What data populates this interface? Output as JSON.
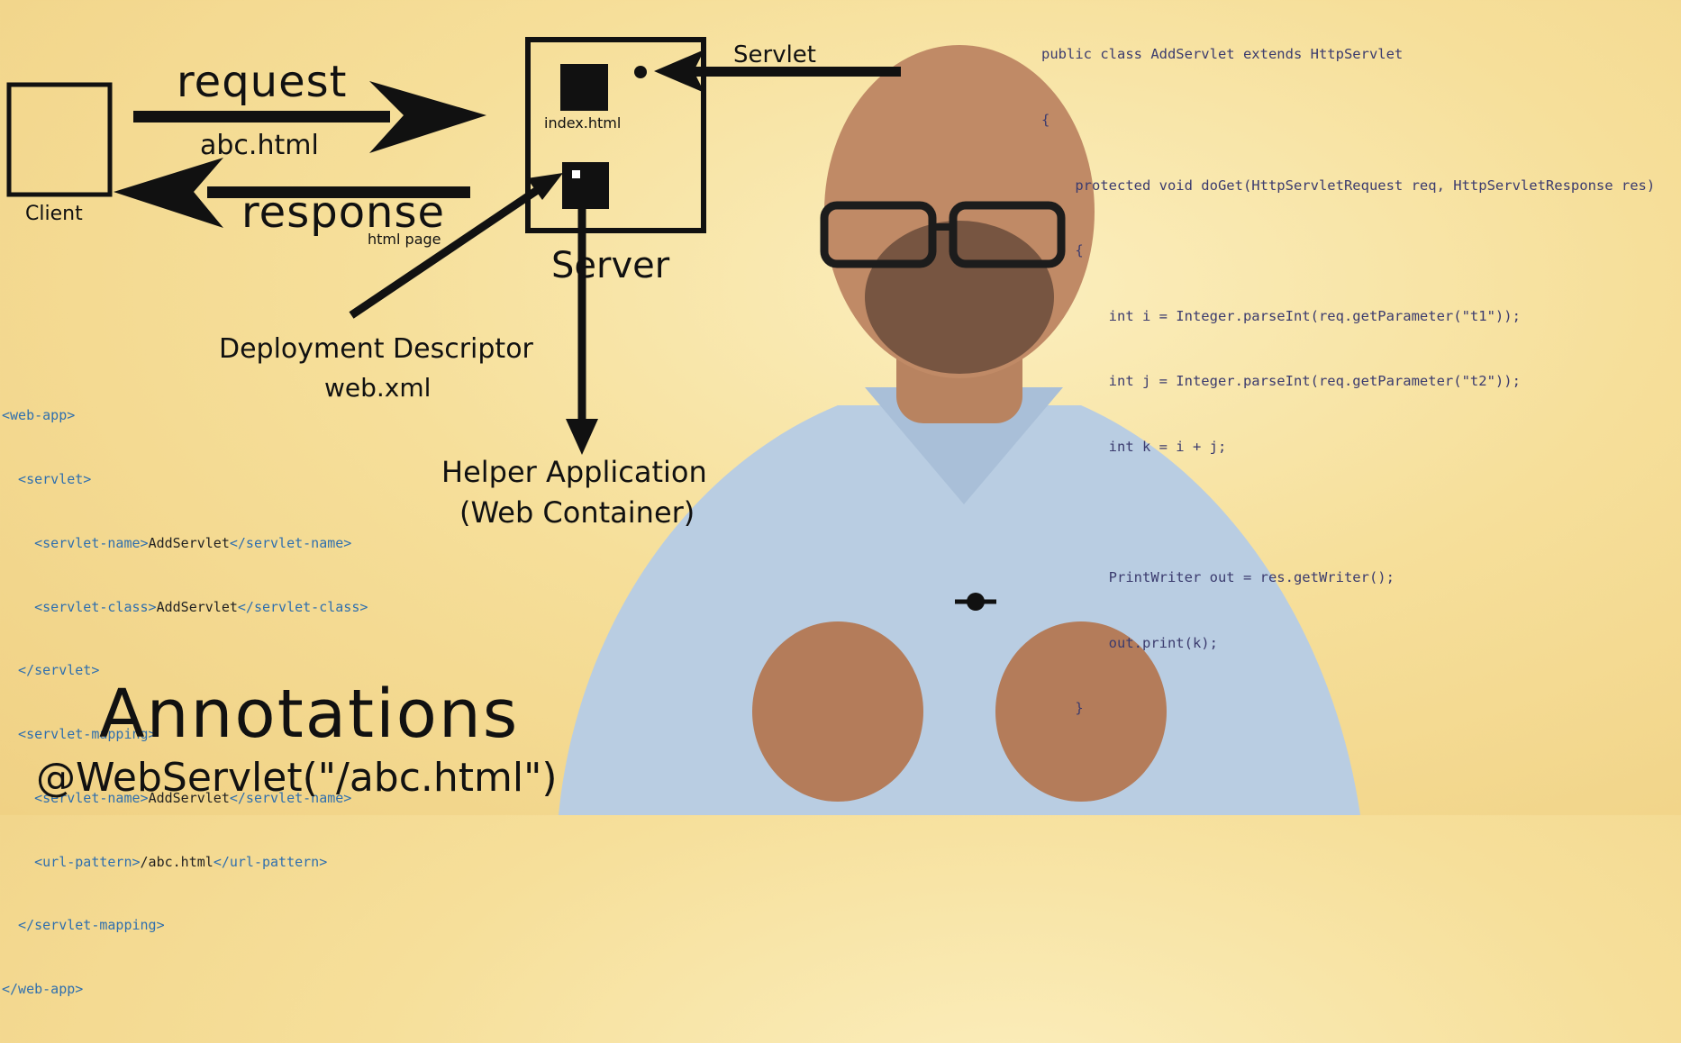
{
  "diagram": {
    "request_label": "request",
    "abc_label": "abc.html",
    "response_label": "response",
    "html_page_label": "html page",
    "client_label": "Client",
    "index_label": "index.html",
    "servlet_label": "Servlet",
    "server_label": "Server",
    "dd_line1": "Deployment Descriptor",
    "dd_line2": "web.xml",
    "helper_line1": "Helper Application",
    "helper_line2": "(Web Container)"
  },
  "xml_lines": [
    {
      "a": "<web-app>",
      "t": "",
      "b": ""
    },
    {
      "a": "  <servlet>",
      "t": "",
      "b": ""
    },
    {
      "a": "    <servlet-name>",
      "t": "AddServlet",
      "b": "</servlet-name>"
    },
    {
      "a": "    <servlet-class>",
      "t": "AddServlet",
      "b": "</servlet-class>"
    },
    {
      "a": "  </servlet>",
      "t": "",
      "b": ""
    },
    {
      "a": "  <servlet-mapping>",
      "t": "",
      "b": ""
    },
    {
      "a": "    <servlet-name>",
      "t": "AddServlet",
      "b": "</servlet-name>"
    },
    {
      "a": "    <url-pattern>",
      "t": "/abc.html",
      "b": "</url-pattern>"
    },
    {
      "a": "  </servlet-mapping>",
      "t": "",
      "b": ""
    },
    {
      "a": "</web-app>",
      "t": "",
      "b": ""
    }
  ],
  "java_lines": [
    "public class AddServlet extends HttpServlet",
    "{",
    "    protected void doGet(HttpServletRequest req, HttpServletResponse res)",
    "    {",
    "        int i = Integer.parseInt(req.getParameter(\"t1\"));",
    "        int j = Integer.parseInt(req.getParameter(\"t2\"));",
    "        int k = i + j;",
    "",
    "        PrintWriter out = res.getWriter();",
    "        out.print(k);",
    "    }"
  ],
  "annotations_title": "Annotations",
  "annotations_code": "@WebServlet(\"/abc.html\")",
  "colors": {
    "ink": "#111111",
    "background": "#f6df9a",
    "xml_tag": "#2f6fae",
    "code_text": "#3b3b6e"
  }
}
